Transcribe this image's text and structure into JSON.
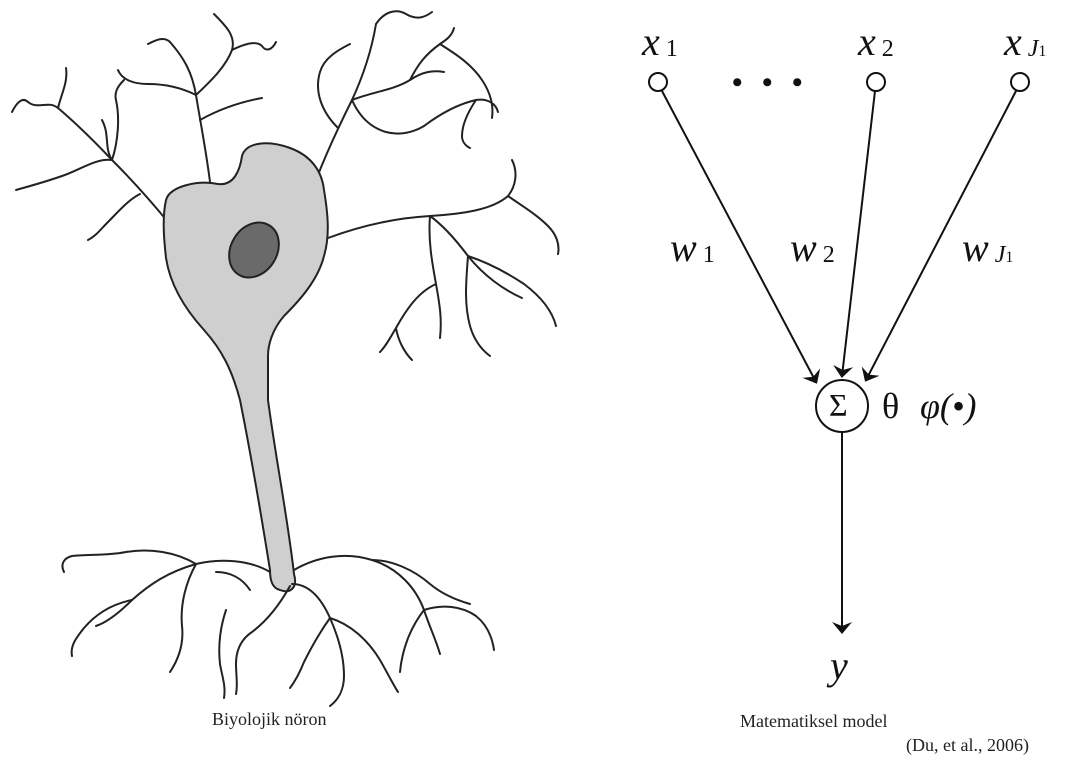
{
  "biological": {
    "caption": "Biyolojik nöron",
    "colors": {
      "soma_fill": "#cfcfcf",
      "nucleus_fill": "#6a6a6a",
      "stroke": "#222222"
    }
  },
  "model": {
    "inputs": [
      {
        "symbol": "x",
        "sub": "1"
      },
      {
        "symbol": "x",
        "sub": "2"
      },
      {
        "symbol": "x",
        "sub": "J",
        "sub2": "1"
      }
    ],
    "ellipsis": "• • •",
    "weights": [
      {
        "symbol": "w",
        "sub": "1"
      },
      {
        "symbol": "w",
        "sub": "2"
      },
      {
        "symbol": "w",
        "sub": "J",
        "sub2": "1"
      }
    ],
    "sum_symbol": "Σ",
    "threshold": "θ",
    "activation": "φ(•)",
    "output": "y",
    "caption": "Matematiksel model",
    "citation": "(Du, et al., 2006)"
  }
}
